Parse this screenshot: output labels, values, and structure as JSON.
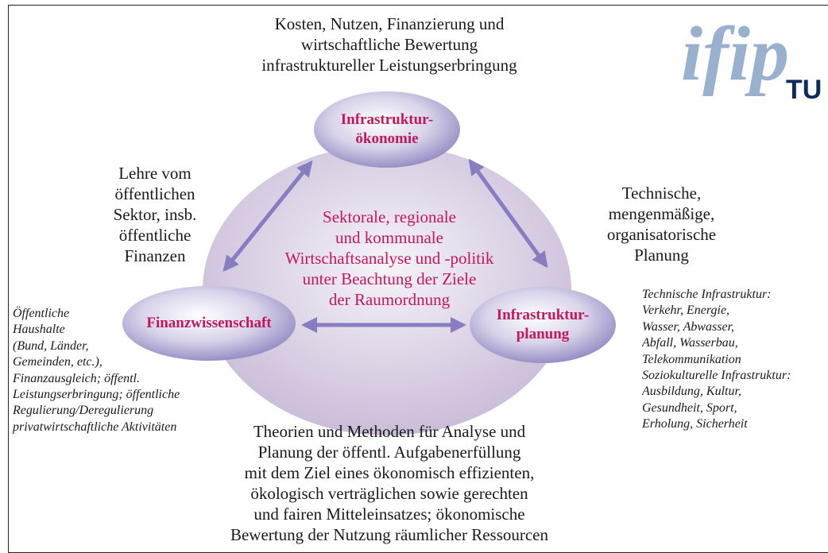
{
  "colors": {
    "magenta": "#c2185b",
    "arrow": "#8a7cc0",
    "oval_light": "#ece7f1",
    "oval_dark": "#cdbfdb",
    "node_light": "#ffffff",
    "node_dark": "#9d94c8",
    "logo_blue": "#9ab0cf",
    "logo_dark": "#0e2b5e"
  },
  "logo": {
    "text": "ifip",
    "subscript": "TU"
  },
  "texts": {
    "top": "Kosten, Nutzen, Finanzierung und\nwirtschaftliche Bewertung\ninfrastruktureller Leistungserbringung",
    "left_upper": "Lehre vom\nöffentlichen\nSektor, insb.\nöffentliche\nFinanzen",
    "right_upper": "Technische,\nmengenmäßige,\norganisatorische\nPlanung",
    "center": "Sektorale, regionale\nund kommunale\nWirtschaftsanalyse und -politik\nunter Beachtung der Ziele\nder Raumordnung",
    "left_lower": "Öffentliche\nHaushalte\n(Bund, Länder,\nGemeinden, etc.),\nFinanzausgleich; öffentl.\nLeistungserbringung; öffentliche\nRegulierung/Deregulierung\nprivatwirtschaftliche Aktivitäten",
    "right_lower": "Technische Infrastruktur:\n   Verkehr, Energie,\n   Wasser, Abwasser,\n   Abfall, Wasserbau,\n   Telekommunikation\nSoziokulturelle Infrastruktur:\n   Ausbildung, Kultur,\n   Gesundheit, Sport,\n   Erholung, Sicherheit",
    "bottom": "Theorien und Methoden für Analyse und\nPlanung der öffentl. Aufgabenerfüllung\nmit dem Ziel eines ökonomisch effizienten,\nökologisch verträglichen sowie gerechten\nund fairen Mitteleinsatzes; ökonomische\nBewertung der Nutzung räumlicher Ressourcen"
  },
  "nodes": {
    "top": "Infrastruktur-\nökonomie",
    "left": "Finanzwissenschaft",
    "right": "Infrastruktur-\nplanung"
  }
}
